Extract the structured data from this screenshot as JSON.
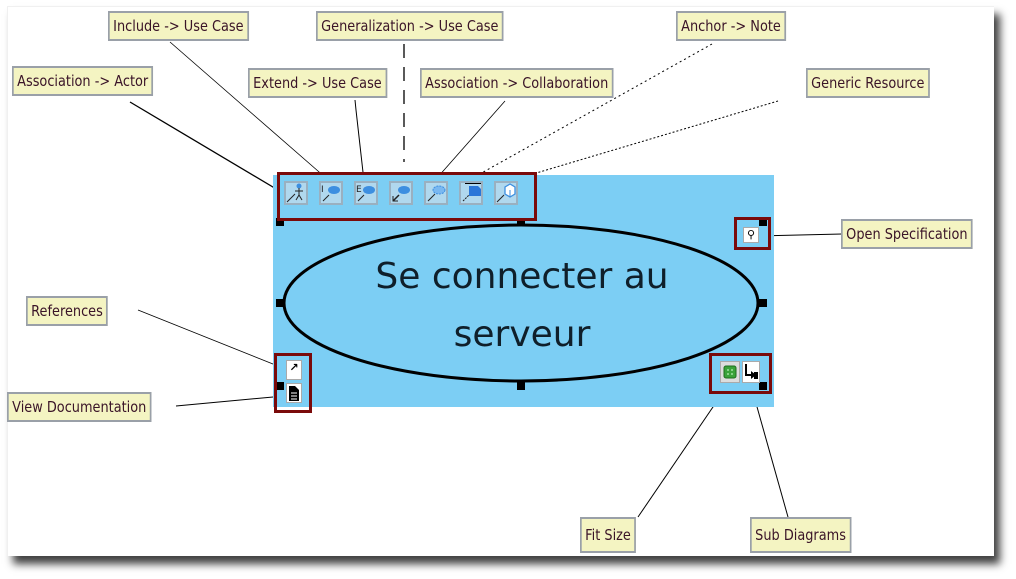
{
  "use_case": {
    "name_line1": "Se connecter au",
    "name_line2": "serveur",
    "fill_color": "#7ccef4",
    "highlight_color": "#7a0a0a"
  },
  "callouts": {
    "include_use_case": "Include -> Use Case",
    "generalization_use_case": "Generalization -> Use Case",
    "anchor_note": "Anchor -> Note",
    "association_actor": "Association -> Actor",
    "extend_use_case": "Extend -> Use Case",
    "association_collaboration": "Association -> Collaboration",
    "generic_resource": "Generic Resource",
    "open_specification": "Open Specification",
    "references": "References",
    "view_documentation": "View Documentation",
    "fit_size": "Fit Size",
    "sub_diagrams": "Sub Diagrams"
  },
  "resource_catalog": [
    {
      "icon": "association-actor-icon",
      "tag": ""
    },
    {
      "icon": "include-use-case-icon",
      "tag": "I"
    },
    {
      "icon": "extend-use-case-icon",
      "tag": "E"
    },
    {
      "icon": "generalization-use-case-icon",
      "tag": ""
    },
    {
      "icon": "association-collaboration-icon",
      "tag": ""
    },
    {
      "icon": "anchor-note-icon",
      "tag": ""
    },
    {
      "icon": "generic-resource-icon",
      "tag": ""
    }
  ]
}
